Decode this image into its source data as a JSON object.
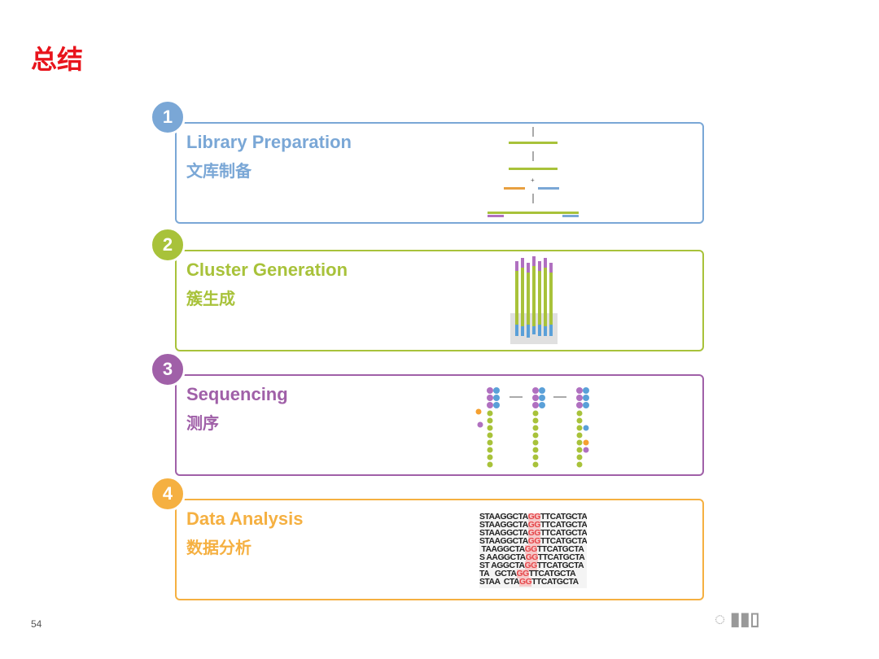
{
  "title": "总结",
  "steps": [
    {
      "num": "1",
      "en": "Library Preparation",
      "zh": "文库制备",
      "color": "#7aa7d6"
    },
    {
      "num": "2",
      "en": "Cluster Generation",
      "zh": "簇生成",
      "color": "#a8c23a"
    },
    {
      "num": "3",
      "en": "Sequencing",
      "zh": "测序",
      "color": "#a060a8"
    },
    {
      "num": "4",
      "en": "Data Analysis",
      "zh": "数据分析",
      "color": "#f5b041"
    }
  ],
  "seq_rows": [
    [
      "STAAGGCTA",
      "GG",
      "TTCATGCTA"
    ],
    [
      "STAAGGCTA",
      "GG",
      "TTCATGCTA"
    ],
    [
      "STAAGGCTA",
      "GG",
      "TTCATGCTA"
    ],
    [
      "STAAGGCTA",
      "GG",
      "TTCATGCTA"
    ],
    [
      " TAAGGCTA",
      "GG",
      "TTCATGCTA"
    ],
    [
      "S AAGGCTA",
      "GG",
      "TTCATGCTA"
    ],
    [
      "ST AGGCTA",
      "GG",
      "TTCATGCTA"
    ],
    [
      "TA   GCTA",
      "GG",
      "TTCATGCTA"
    ],
    [
      "STAA  CTA",
      "GG",
      "TTCATGCTA"
    ]
  ],
  "page_number": "54",
  "watermark": "illumina 基因"
}
